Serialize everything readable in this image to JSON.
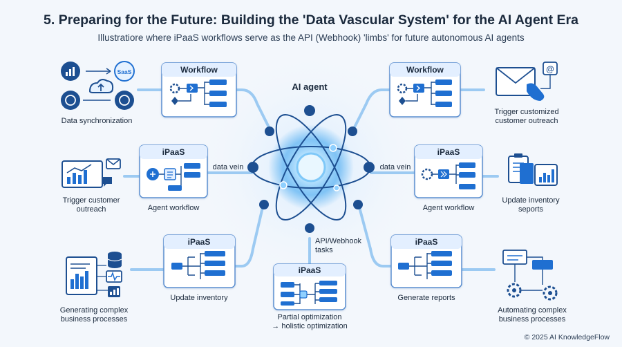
{
  "header": {
    "title": "5. Preparing for the Future: Building the 'Data Vascular System' for the AI Agent Era",
    "subtitle": "Illustratiore where iPaaS workflows serve as the API (Webhook) 'limbs' for future autonomous AI agents"
  },
  "center": {
    "label": "AI agent",
    "api_label_1": "API/Webhook",
    "api_label_2": "tasks"
  },
  "left": {
    "top_card_title": "Workflow",
    "top_icon_label": "Data synchronization",
    "saas_badge": "SaaS",
    "mid_card_title": "iPaaS",
    "mid_card_caption": "Agent workflow",
    "mid_vein": "data vein",
    "mid_icon_label_1": "Trigger customer",
    "mid_icon_label_2": "outreach",
    "bot_card_title": "iPaaS",
    "bot_card_caption": "Update inventory",
    "bot_icon_label_1": "Generating complex",
    "bot_icon_label_2": "business processes"
  },
  "bottom": {
    "card_title": "iPaaS",
    "caption_1": "Partial optimization",
    "caption_2": "→ holistic optimization"
  },
  "right": {
    "top_card_title": "Workflow",
    "top_icon_label_1": "Trigger customized",
    "top_icon_label_2": "customer outreach",
    "mid_card_title": "iPaaS",
    "mid_card_caption": "Agent workflow",
    "mid_vein": "data vein",
    "mid_icon_label_1": "Update inventory",
    "mid_icon_label_2": "seports",
    "bot_card_title": "iPaaS",
    "bot_card_caption": "Generate reports",
    "bot_icon_label_1": "Automating complex",
    "bot_icon_label_2": "business processes"
  },
  "footer": {
    "copyright": "© 2025 AI KnowledgeFlow"
  },
  "colors": {
    "accent": "#1f6fd1",
    "dark_blue": "#1d4f91",
    "glow": "#8fd0ff",
    "card_border": "#5b8fd0",
    "background": "#f3f7fc"
  },
  "icons": [
    "bar-chart-icon",
    "cloud-sync-icon",
    "openai-icon",
    "email-icon",
    "phone-icon",
    "document-chart-icon",
    "database-icon",
    "gear-icon",
    "flowchart-icon"
  ]
}
